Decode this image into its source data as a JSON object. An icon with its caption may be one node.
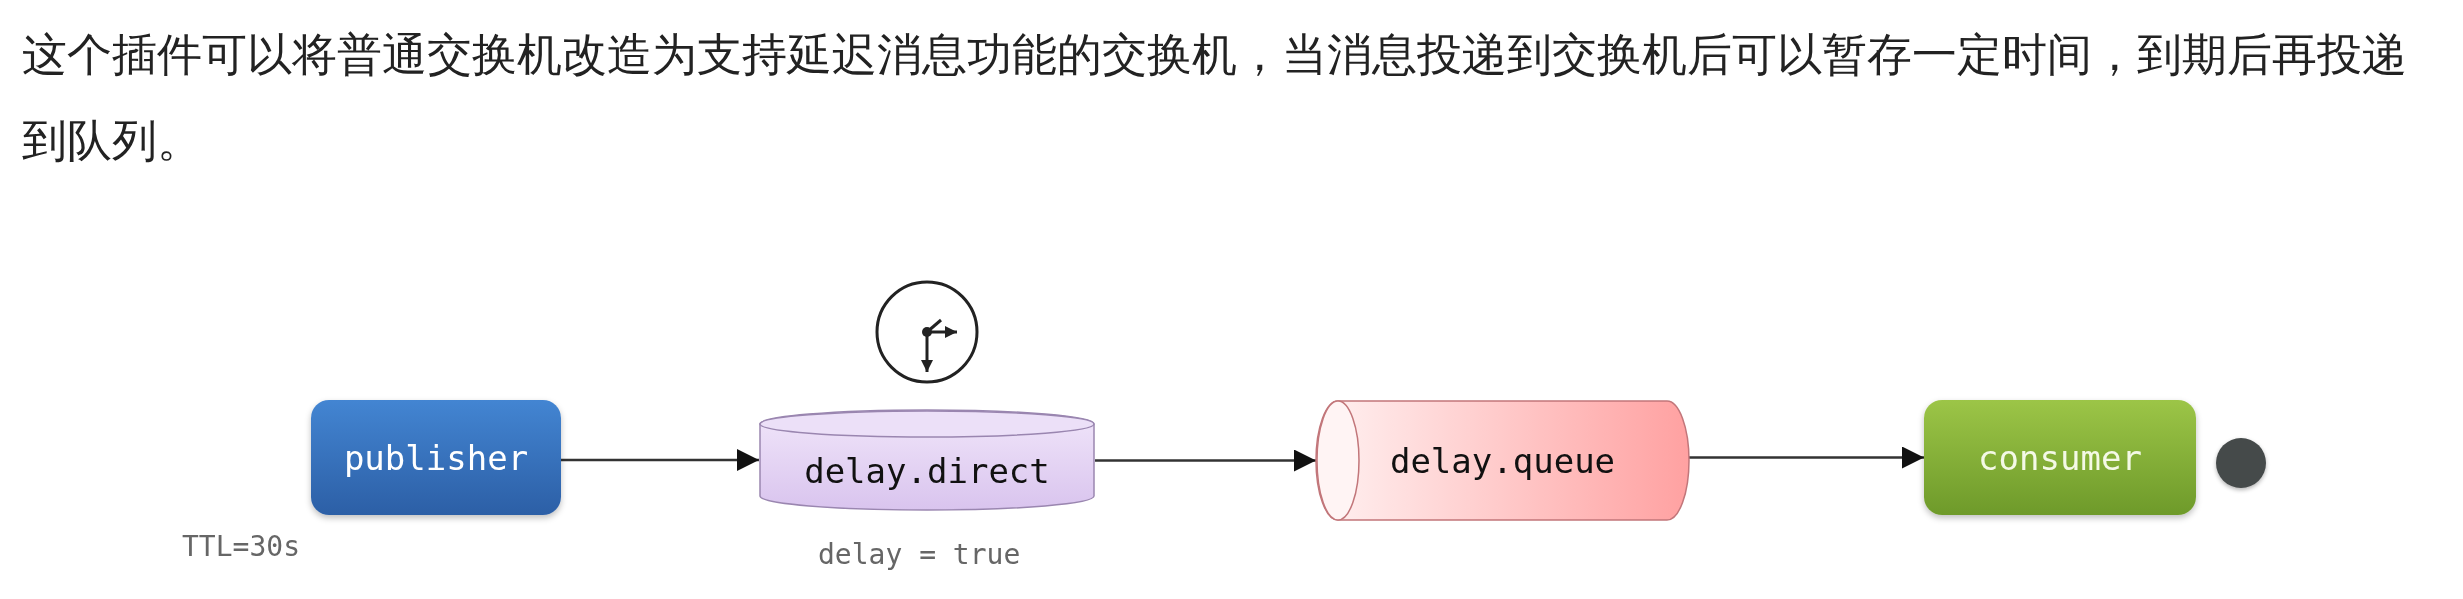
{
  "diagram": {
    "nodes": [
      {
        "text": [
          "publisher"
        ],
        "beside": [
          "TTL=30s"
        ]
      },
      {
        "text": [
          "delay.direct"
        ],
        "beside": [
          "delay = true"
        ]
      },
      {
        "text": [
          "delay.queue"
        ]
      },
      {
        "text": [
          "consumer"
        ]
      },
      {
        "text": [],
        "shape": "circle"
      }
    ],
    "edges": [
      {
        "from": 0,
        "to": 1,
        "arrow": "to"
      },
      {
        "from": 1,
        "to": 2,
        "arrow": "to"
      },
      {
        "from": 2,
        "to": 3,
        "arrow": "to"
      }
    ],
    "labels": [
      "这个插件可以将普通交换机改造为支持延迟消息功能的交换机，当消息投递到交换机后可以暂存一定时间，到期后再投递到队列。"
    ]
  }
}
